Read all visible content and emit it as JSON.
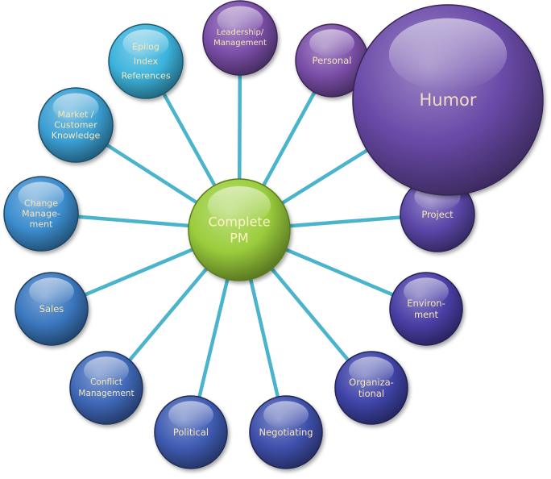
{
  "center": {
    "lines": [
      "Complete",
      "PM"
    ]
  },
  "nodes": [
    {
      "id": "leadership",
      "lines": [
        "Leadership/",
        "Management"
      ],
      "color": "#7a4ea8"
    },
    {
      "id": "personal",
      "lines": [
        "Personal"
      ],
      "color": "#7a4ea8"
    },
    {
      "id": "humor",
      "lines": [
        "Humor"
      ],
      "color": "#6a4aa8"
    },
    {
      "id": "project",
      "lines": [
        "Project"
      ],
      "color": "#5b46a8"
    },
    {
      "id": "environment",
      "lines": [
        "Environ-",
        "ment"
      ],
      "color": "#4a3fa6"
    },
    {
      "id": "organizational",
      "lines": [
        "Organiza-",
        "tional"
      ],
      "color": "#3f44a8"
    },
    {
      "id": "negotiating",
      "lines": [
        "Negotiating"
      ],
      "color": "#3f50ac"
    },
    {
      "id": "political",
      "lines": [
        "Political"
      ],
      "color": "#3f5cb2"
    },
    {
      "id": "conflict",
      "lines": [
        "Conflict",
        "Management"
      ],
      "color": "#3f68b8"
    },
    {
      "id": "sales",
      "lines": [
        "Sales"
      ],
      "color": "#3b78bf"
    },
    {
      "id": "change",
      "lines": [
        "Change",
        "Manage-",
        "ment"
      ],
      "color": "#3c8dcf"
    },
    {
      "id": "market",
      "lines": [
        "Market /",
        "Customer",
        "Knowledge"
      ],
      "color": "#3ba0d4"
    },
    {
      "id": "epilog",
      "lines": [
        "Epilog",
        "Index",
        "References"
      ],
      "color": "#3cb3dc"
    }
  ],
  "colors": {
    "connector": "#4ab4cc",
    "label": "#f7e6b5",
    "center_fill": "#9acd3c",
    "center_label": "#fff3c8",
    "humor_label": "#f4dcc0"
  }
}
